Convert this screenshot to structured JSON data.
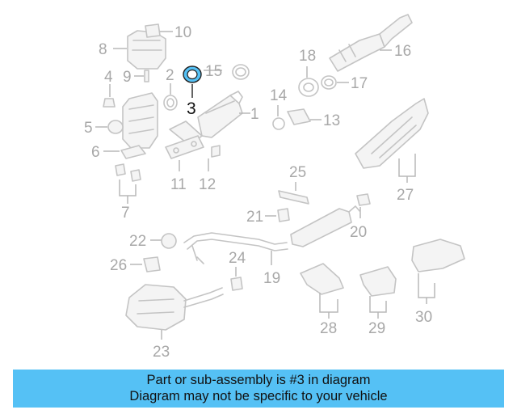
{
  "diagram": {
    "highlighted_part": "3",
    "highlight_color": "#55c1f5",
    "labels": {
      "l1": "1",
      "l2": "2",
      "l3": "3",
      "l4": "4",
      "l5": "5",
      "l6": "6",
      "l7": "7",
      "l8": "8",
      "l9": "9",
      "l10": "10",
      "l11": "11",
      "l12": "12",
      "l13": "13",
      "l14": "14",
      "l15": "15",
      "l16": "16",
      "l17": "17",
      "l18": "18",
      "l19": "19",
      "l20": "20",
      "l21": "21",
      "l22": "22",
      "l23": "23",
      "l24": "24",
      "l25": "25",
      "l26": "26",
      "l27": "27",
      "l28": "28",
      "l29": "29",
      "l30": "30"
    }
  },
  "banner": {
    "line1": "Part or sub-assembly is #3 in diagram",
    "line2": "Diagram may not be specific to your vehicle",
    "color": "#55c1f5"
  }
}
